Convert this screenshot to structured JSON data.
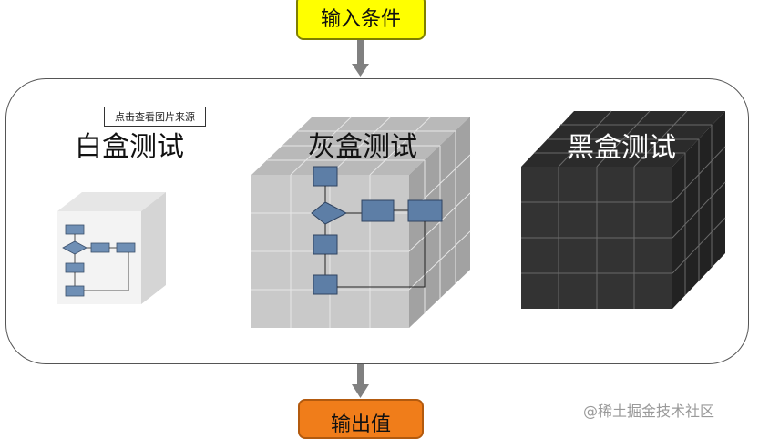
{
  "input_box": {
    "label": "输入条件"
  },
  "output_box": {
    "label": "输出值"
  },
  "source_note": "点击查看图片来源",
  "cubes": [
    {
      "label": "白盒测试",
      "face": "#f4f4f4",
      "side": "#d9d9d9",
      "top": "#e8e8e8"
    },
    {
      "label": "灰盒测试",
      "face": "#c8c8c8",
      "side": "#a6a6a6",
      "top": "#b8b8b8"
    },
    {
      "label": "黑盒测试",
      "face": "#333333",
      "side": "#222222",
      "top": "#2b2b2b"
    }
  ],
  "flow_color": "#6f8fb5",
  "watermark": "@稀土掘金技术社区"
}
